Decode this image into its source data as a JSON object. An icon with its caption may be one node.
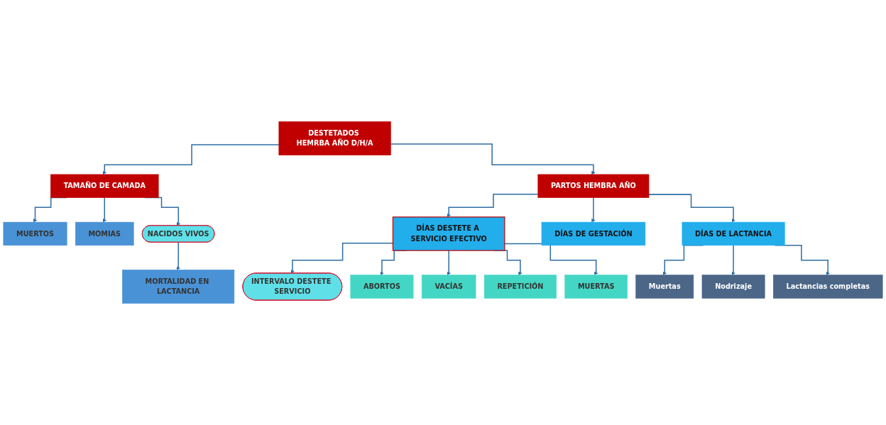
{
  "diagram": {
    "nodes": [
      {
        "text": [
          "DESTETADOS HEMRBA AÑO D/H/A"
        ]
      },
      {
        "text": [
          "TAMAÑO DE CAMADA"
        ]
      },
      {
        "text": [
          "PARTOS HEMBRA AÑO"
        ]
      },
      {
        "text": [
          "MUERTOS"
        ]
      },
      {
        "text": [
          "MOMIAS"
        ]
      },
      {
        "text": [
          "NACIDOS VIVOS"
        ]
      },
      {
        "text": [
          "MORTALIDAD EN LACTANCIA"
        ]
      },
      {
        "text": [
          "DÍAS DESTETE A SERVICIO EFECTIVO"
        ]
      },
      {
        "text": [
          "DÍAS DE GESTACIÓN"
        ]
      },
      {
        "text": [
          "DÍAS DE LACTANCIA"
        ]
      },
      {
        "text": [
          "INTERVALO DESTETE SERVICIO"
        ]
      },
      {
        "text": [
          "ABORTOS"
        ]
      },
      {
        "text": [
          "VACÍAS"
        ]
      },
      {
        "text": [
          "REPETICIÓN"
        ]
      },
      {
        "text": [
          "MUERTAS"
        ]
      },
      {
        "text": [
          "Muertas"
        ]
      },
      {
        "text": [
          "Nodrizaje"
        ]
      },
      {
        "text": [
          "Lactancias completas"
        ]
      }
    ],
    "edges": [
      {
        "from": 0,
        "to": 1,
        "arrow": "to"
      },
      {
        "from": 0,
        "to": 2,
        "arrow": "to"
      },
      {
        "from": 1,
        "to": 3,
        "arrow": "to"
      },
      {
        "from": 1,
        "to": 4,
        "arrow": "to"
      },
      {
        "from": 1,
        "to": 5,
        "arrow": "to"
      },
      {
        "from": 5,
        "to": 6,
        "arrow": "to"
      },
      {
        "from": 2,
        "to": 7,
        "arrow": "to"
      },
      {
        "from": 2,
        "to": 8,
        "arrow": "to"
      },
      {
        "from": 2,
        "to": 9,
        "arrow": "to"
      },
      {
        "from": 7,
        "to": 10,
        "arrow": "to"
      },
      {
        "from": 7,
        "to": 11,
        "arrow": "to"
      },
      {
        "from": 7,
        "to": 12,
        "arrow": "to"
      },
      {
        "from": 7,
        "to": 13,
        "arrow": "to"
      },
      {
        "from": 7,
        "to": 14,
        "arrow": "to"
      },
      {
        "from": 9,
        "to": 15,
        "arrow": "to"
      },
      {
        "from": 9,
        "to": 16,
        "arrow": "to"
      },
      {
        "from": 9,
        "to": 17,
        "arrow": "to"
      }
    ]
  }
}
